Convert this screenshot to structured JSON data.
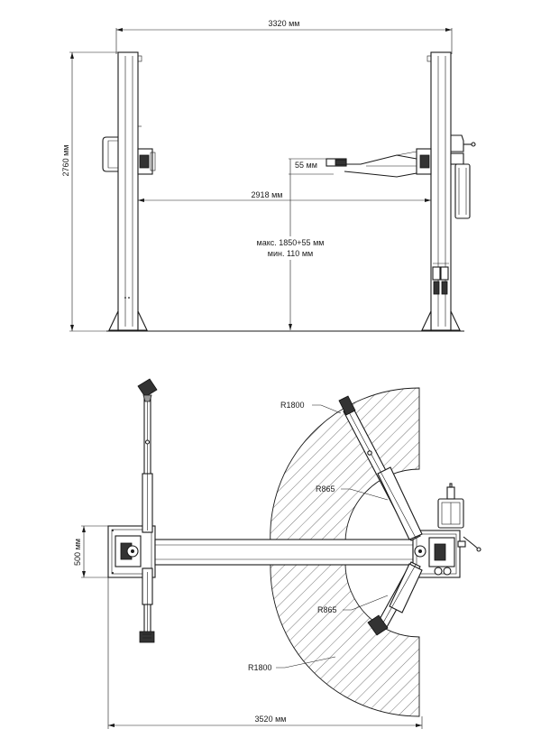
{
  "side_view": {
    "overall_width": "3320 мм",
    "overall_height": "2760 мм",
    "between_columns": "2918 мм",
    "arm_pad_offset": "55 мм",
    "lift_max": "макс. 1850+55 мм",
    "lift_min": "мин. 110 мм"
  },
  "top_view": {
    "base_depth": "500 мм",
    "overall_width": "3520 мм",
    "radius_outer_upper": "R1800",
    "radius_inner_upper": "R865",
    "radius_inner_lower": "R865",
    "radius_outer_lower": "R1800"
  }
}
